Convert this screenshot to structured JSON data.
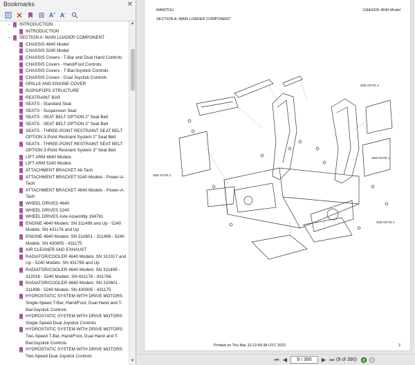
{
  "bookmarks": {
    "title": "Bookmarks",
    "items": [
      {
        "label": "INTRODUCTION",
        "level": 0,
        "toggle": "−"
      },
      {
        "label": "INTRODUCTION",
        "level": 1
      },
      {
        "label": "SECTION A: MAIN LOADER COMPONENT",
        "level": 0,
        "toggle": "−"
      },
      {
        "label": "CHASSIS 4640 Model",
        "level": 1
      },
      {
        "label": "CHASSIS 5240 Model",
        "level": 1
      },
      {
        "label": "CHASSIS Covers - T-Bar and Dual Hand Controls",
        "level": 1
      },
      {
        "label": "CHASSIS Covers - Hand/Foot Controls",
        "level": 1
      },
      {
        "label": "CHASSIS Covers - T-Bar/Joystick Controls",
        "level": 1
      },
      {
        "label": "CHASSIS Covers - Dual Joystick Controls",
        "level": 1
      },
      {
        "label": "GRILLE AND ENGINE COVER",
        "level": 1
      },
      {
        "label": "ROPS/FOPS STRUCTURE",
        "level": 1
      },
      {
        "label": "RESTRAINT BAR",
        "level": 1
      },
      {
        "label": "SEATS - Standard Seat",
        "level": 1
      },
      {
        "label": "SEATS - Suspension Seat",
        "level": 1
      },
      {
        "label": "SEATS - SEAT BELT OPTION 2\" Seat Belt",
        "level": 1
      },
      {
        "label": "SEATS - SEAT BELT OPTION 3\" Seat Belt",
        "level": 1
      },
      {
        "label": "SEATS - THREE-POINT RESTRAINT SEAT BELT OPTION 3-Point Restraint System 2\" Seat Belt",
        "level": 1
      },
      {
        "label": "SEATS - THREE-POINT RESTRAINT SEAT BELT OPTION 3-Point Restraint System 3\" Seat Belt",
        "level": 1
      },
      {
        "label": "LIFT ARM 4640 Models",
        "level": 1
      },
      {
        "label": "LIFT ARM 5240 Models",
        "level": 1
      },
      {
        "label": "ATTACHMENT BRACKET All-Tach",
        "level": 1
      },
      {
        "label": "ATTACHMENT BRACKET 5240 Models - Power-A-Tach",
        "level": 1
      },
      {
        "label": "ATTACHMENT BRACKET 4640 Models - Power-A-Tach",
        "level": 1
      },
      {
        "label": "WHEEL DRIVES 4640",
        "level": 1
      },
      {
        "label": "WHEEL DRIVES 5240",
        "level": 1
      },
      {
        "label": "WHEEL DRIVES Axle Assembly 194761",
        "level": 1
      },
      {
        "label": "ENGINE 4640 Models: SN 311499 and Up - 5240 Models: SN 431176 and Up",
        "level": 1
      },
      {
        "label": "ENGINE 4640 Models: SN 310601 - 311498 - 5240 Models: SN 430005 - 431175",
        "level": 1
      },
      {
        "label": "AIR CLEANER AND EXHAUST",
        "level": 1
      },
      {
        "label": "RADIATOR/COOLER 4640 Models: SN 312017 and Up - 5240 Models: SN 431769 and Up",
        "level": 1
      },
      {
        "label": "RADIATOR/COOLER 4640 Models: SN 311499 - 312016 - 5240 Models: SN 431176 - 431768",
        "level": 1
      },
      {
        "label": "RADIATOR/COOLER 4640 Models: SN 310601 - 311498 - 5240 Models: SN 430005 - 431175",
        "level": 1
      },
      {
        "label": "HYDROSTATIC SYSTEM WITH DRIVE MOTORS Single-Speed T-Bar, Hand/Foot, Dual Hand and T-Bar/Joystick Controls",
        "level": 1
      },
      {
        "label": "HYDROSTATIC SYSTEM WITH DRIVE MOTORS Single-Speed Dual Joystick Controls",
        "level": 1
      },
      {
        "label": "HYDROSTATIC SYSTEM WITH DRIVE MOTORS Two-Speed T-Bar, Hand/Foot, Dual Hand and T-Bar/Joystick Controls",
        "level": 1
      },
      {
        "label": "HYDROSTATIC SYSTEM WITH DRIVE MOTORS Two-Speed Dual Joystick Controls",
        "level": 1
      }
    ]
  },
  "page": {
    "header_left": "MANITOU",
    "header_right": "CHASSIS 4640 Model",
    "section_title": "SECTION A: MAIN LOADER COMPONENT",
    "footer": "Printed on  Thu Mar 10 22:49:38 UTC 2022",
    "page_number": "2",
    "see_notes": [
      "SEE NOTE 3",
      "SEE NOTE 1",
      "SEE NOTE 2",
      "SEE NOTE 2"
    ]
  },
  "nav": {
    "page_value": "9 / 390",
    "page_total": "(9 of 390)",
    "icons": [
      "first-page-icon",
      "previous-page-icon",
      "next-page-icon",
      "last-page-icon",
      "go-back-icon",
      "go-forward-icon"
    ]
  },
  "colors": {
    "bookmark_icon": "#a3559b",
    "toolbar_icon": "#3c63b4"
  }
}
